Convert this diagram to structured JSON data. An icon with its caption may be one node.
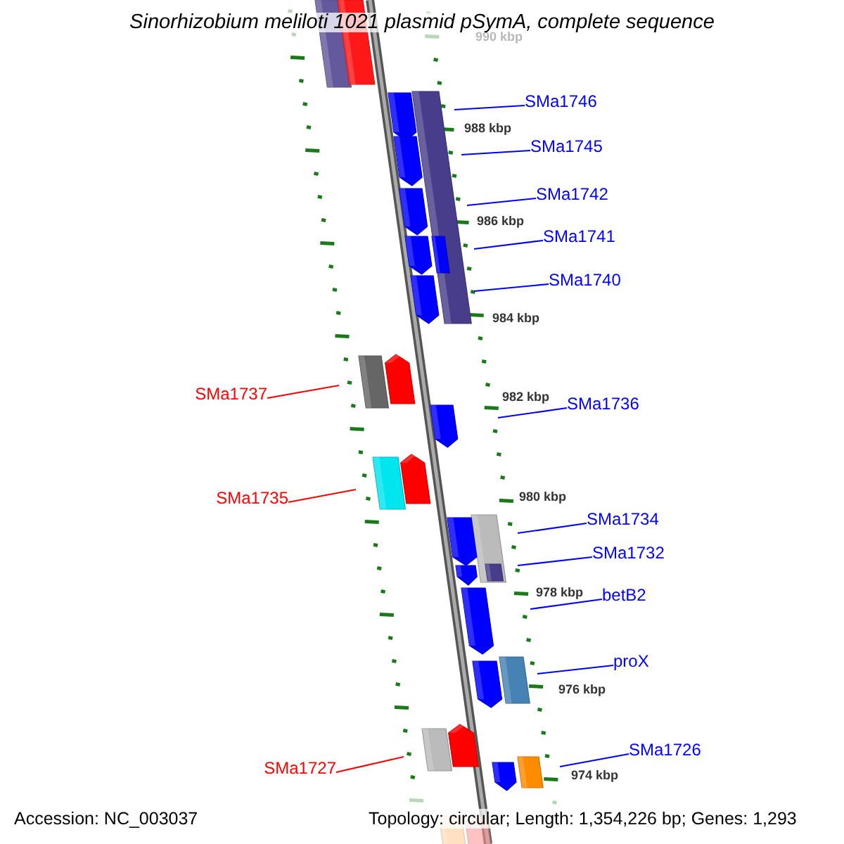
{
  "diagram": {
    "title": "Sinorhizobium meliloti 1021 plasmid pSymA, complete sequence",
    "nodes": [
      {
        "text": [
          "SMa1746"
        ]
      },
      {
        "text": [
          "SMa1745"
        ]
      },
      {
        "text": [
          "SMa1742"
        ]
      },
      {
        "text": [
          "SMa1741"
        ]
      },
      {
        "text": [
          "SMa1740"
        ]
      },
      {
        "text": [
          "SMa1737"
        ]
      },
      {
        "text": [
          "SMa1736"
        ]
      },
      {
        "text": [
          "SMa1735"
        ]
      },
      {
        "text": [
          "SMa1734"
        ]
      },
      {
        "text": [
          "SMa1732"
        ]
      },
      {
        "text": [
          "betB2"
        ]
      },
      {
        "text": [
          "proX"
        ]
      },
      {
        "text": [
          "SMa1727"
        ]
      },
      {
        "text": [
          "SMa1726"
        ]
      }
    ],
    "edges": [
      {
        "from": 0,
        "to": null,
        "arrow": "none"
      },
      {
        "from": 1,
        "to": null,
        "arrow": "none"
      },
      {
        "from": 2,
        "to": null,
        "arrow": "none"
      },
      {
        "from": 3,
        "to": null,
        "arrow": "none"
      },
      {
        "from": 4,
        "to": null,
        "arrow": "none"
      },
      {
        "from": 5,
        "to": null,
        "arrow": "none",
        "color": "#ff0000"
      },
      {
        "from": 6,
        "to": null,
        "arrow": "none"
      },
      {
        "from": 7,
        "to": null,
        "arrow": "none",
        "color": "#ff0000"
      },
      {
        "from": 8,
        "to": null,
        "arrow": "none"
      },
      {
        "from": 9,
        "to": null,
        "arrow": "none"
      },
      {
        "from": 10,
        "to": null,
        "arrow": "none"
      },
      {
        "from": 11,
        "to": null,
        "arrow": "none"
      },
      {
        "from": 12,
        "to": null,
        "arrow": "none",
        "color": "#ff0000"
      },
      {
        "from": 13,
        "to": null,
        "arrow": "none"
      }
    ],
    "labels": [
      "990 kbp",
      "988 kbp",
      "986 kbp",
      "984 kbp",
      "982 kbp",
      "980 kbp",
      "978 kbp",
      "976 kbp",
      "974 kbp",
      "Accession: NC_003037",
      "Topology: circular; Length: 1,354,226 bp; Genes: 1,293"
    ]
  }
}
